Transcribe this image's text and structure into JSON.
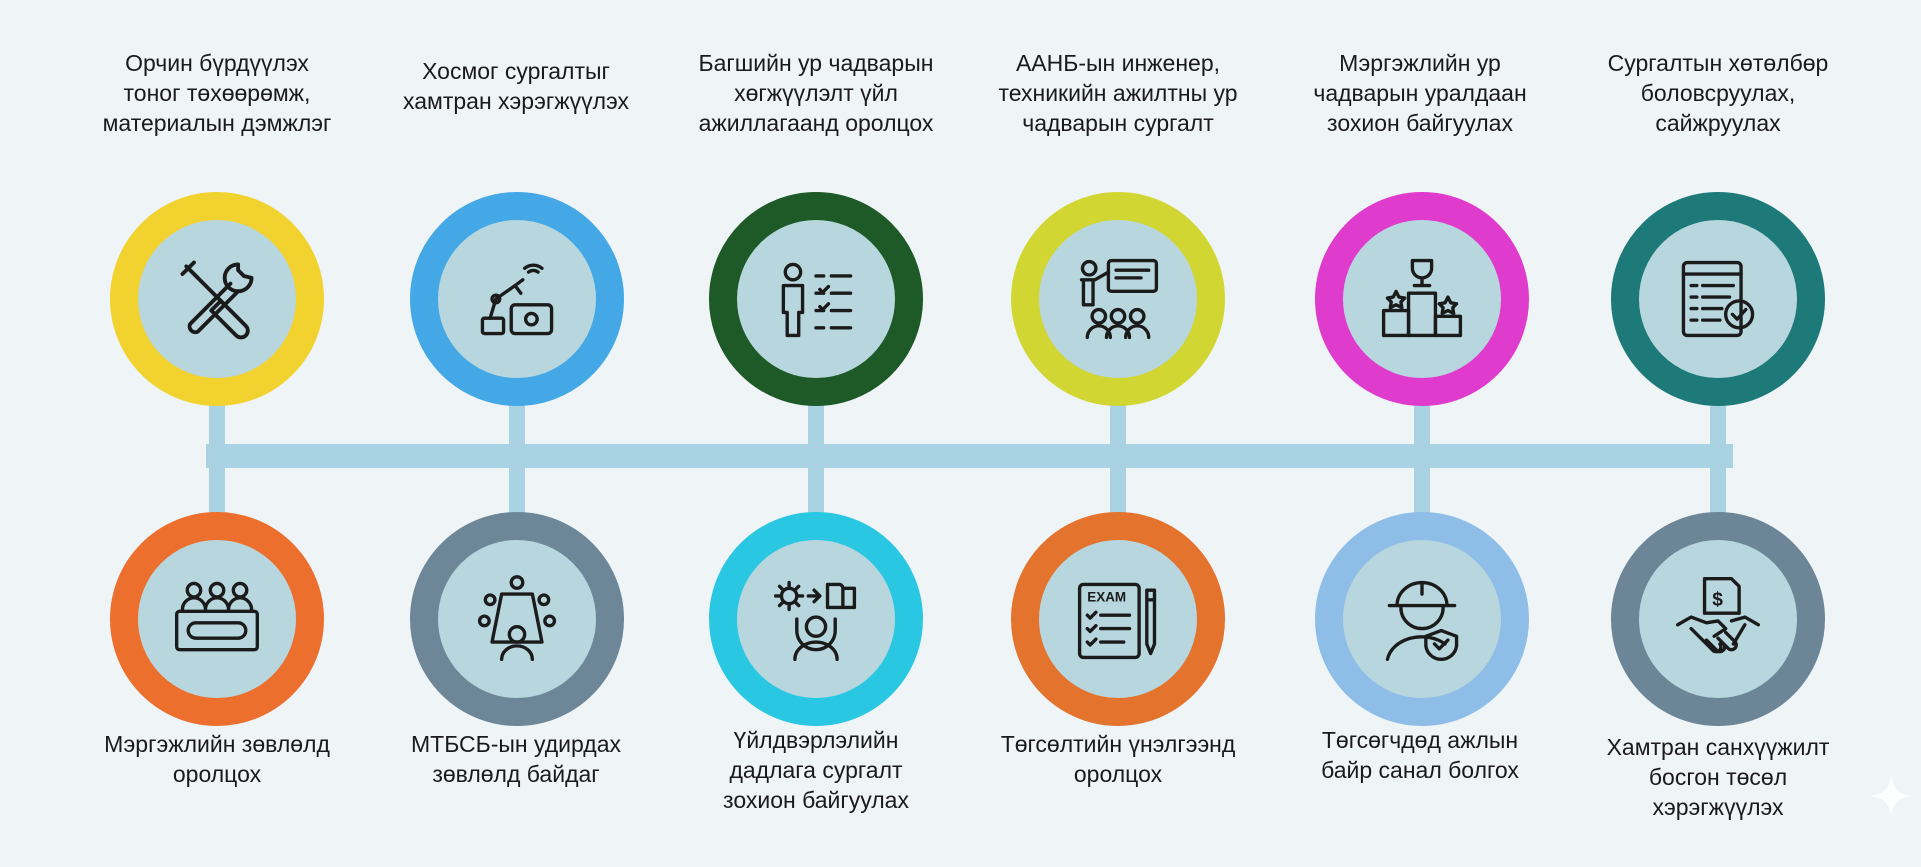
{
  "top_nodes": [
    {
      "id": "tools",
      "label": [
        "Орчин бүрдүүлэх",
        "тоног төхөөрөмж,",
        "материалын дэмжлэг"
      ],
      "color": "#f2d22e",
      "icon": "tools-icon"
    },
    {
      "id": "robot",
      "label": [
        "Хосмог сургалтыг",
        "хамтран хэрэгжүүлэх"
      ],
      "color": "#45a8e6",
      "icon": "robot-arm-icon"
    },
    {
      "id": "teacher",
      "label": [
        "Багшийн ур чадварын",
        "хөгжүүлэлт үйл",
        "ажиллагаанд оролцох"
      ],
      "color": "#1e5a28",
      "icon": "checklist-person-icon"
    },
    {
      "id": "training",
      "label": [
        "ААНБ-ын инженер,",
        "техникийн ажилтны ур",
        "чадварын сургалт"
      ],
      "color": "#d2d633",
      "icon": "presentation-icon"
    },
    {
      "id": "competition",
      "label": [
        "Мэргэжлийн ур",
        "чадварын уралдаан",
        "зохион байгуулах"
      ],
      "color": "#df3bcd",
      "icon": "podium-icon"
    },
    {
      "id": "curriculum",
      "label": [
        "Сургалтын хөтөлбөр",
        "боловсруулах,",
        "сайжруулах"
      ],
      "color": "#1d7a78",
      "icon": "document-check-icon"
    }
  ],
  "bottom_nodes": [
    {
      "id": "council",
      "label": [
        "Мэргэжлийн зөвлөлд",
        "оролцох"
      ],
      "color": "#ec6f2d",
      "icon": "panel-icon"
    },
    {
      "id": "board",
      "label": [
        "МТБСБ-ын удирдах",
        "зөвлөлд байдаг"
      ],
      "color": "#6d8799",
      "icon": "meeting-icon"
    },
    {
      "id": "internship",
      "label": [
        "Үйлдвэрлэлийн",
        "дадлага сургалт",
        "зохион байгуулах"
      ],
      "color": "#2ac7e3",
      "icon": "learner-gear-icon"
    },
    {
      "id": "exam",
      "label": [
        "Төгсөлтийн үнэлгээнд",
        "оролцох"
      ],
      "color": "#e3732d",
      "icon": "exam-icon"
    },
    {
      "id": "jobs",
      "label": [
        "Төгсөгчдөд ажлын",
        "байр санал болгох"
      ],
      "color": "#8ebde8",
      "icon": "worker-shield-icon"
    },
    {
      "id": "funding",
      "label": [
        "Хамтран санхүүжилт",
        "босгон төсөл",
        "хэрэгжүүлэх"
      ],
      "color": "#6c8698",
      "icon": "handshake-money-icon"
    }
  ]
}
